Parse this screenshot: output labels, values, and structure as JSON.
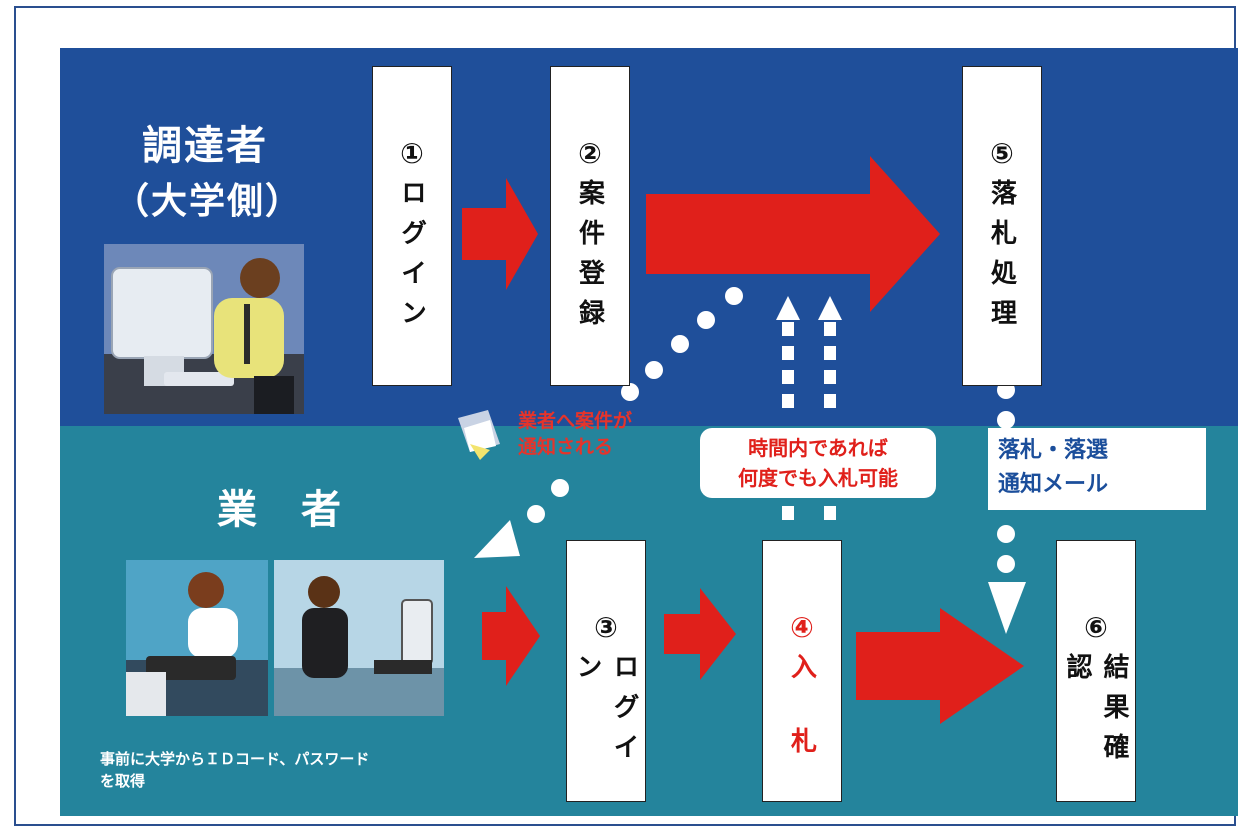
{
  "procurer": {
    "line1": "調達者",
    "line2": "（大学側）"
  },
  "vendor": {
    "title": "業　者",
    "caption_line1": "事前に大学からＩＤコード、パスワード",
    "caption_line2": "を取得"
  },
  "steps": [
    {
      "num": "①",
      "text": "ログイン"
    },
    {
      "num": "②",
      "text": "案件登録"
    },
    {
      "num": "⑤",
      "text": "落札処理"
    },
    {
      "num": "③",
      "text": "ログイン"
    },
    {
      "num": "④",
      "text": "入札"
    },
    {
      "num": "⑥",
      "text": "結果確認"
    }
  ],
  "notes": {
    "notify_line1": "業者へ案件が",
    "notify_line2": "通知される",
    "bid_line1": "時間内であれば",
    "bid_line2": "何度でも入札可能",
    "mail_line1": "落札・落選",
    "mail_line2": "通知メール"
  },
  "colors": {
    "top_band": "#1f4f9a",
    "bottom_band": "#24849c",
    "arrow": "#e0201b",
    "mail_text": "#1b4e9b"
  }
}
